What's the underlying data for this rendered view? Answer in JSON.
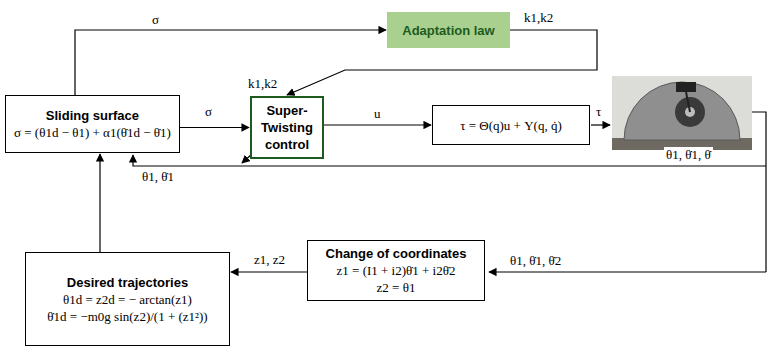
{
  "diagram": {
    "nodes": [
      {
        "text": [
          "Adaptation law"
        ]
      },
      {
        "text": [
          "Sliding surface",
          "σ = (θ1d − θ1) + α1(θ̇1d − θ̇1)"
        ]
      },
      {
        "text": [
          "Super-Twisting control"
        ]
      },
      {
        "text": [
          "τ = Θ(q)u + Υ(q, q̇)"
        ]
      },
      {
        "text": [
          "Change of coordinates",
          "z1 = (I1 + i2)θ̇1 + i2θ̇2",
          "z2 = θ1"
        ]
      },
      {
        "text": [
          "Desired trajectories",
          "θ1d = z2d = − arctan(z1)",
          "θ̇1d = −m0g sin(z2)/(1 + (z1²))"
        ]
      }
    ],
    "edges": [
      {
        "from": 1,
        "to": 2,
        "label": "σ",
        "arrow": "to"
      },
      {
        "from": 1,
        "to": 0,
        "label": "σ",
        "arrow": "to"
      },
      {
        "from": 0,
        "to": 2,
        "label": "k1,k2",
        "arrow": "to"
      },
      {
        "from": 2,
        "to": 3,
        "label": "u",
        "arrow": "to"
      },
      {
        "from": 4,
        "to": 5,
        "label": "z1, z2",
        "arrow": "to"
      },
      {
        "from": 5,
        "to": 1,
        "arrow": "to"
      }
    ],
    "labels": [
      "k1,k2",
      "τ",
      "θ1, θ̇1",
      "θ1, θ̇1, θ̇",
      "θ1, θ̇1, θ̇2"
    ]
  }
}
